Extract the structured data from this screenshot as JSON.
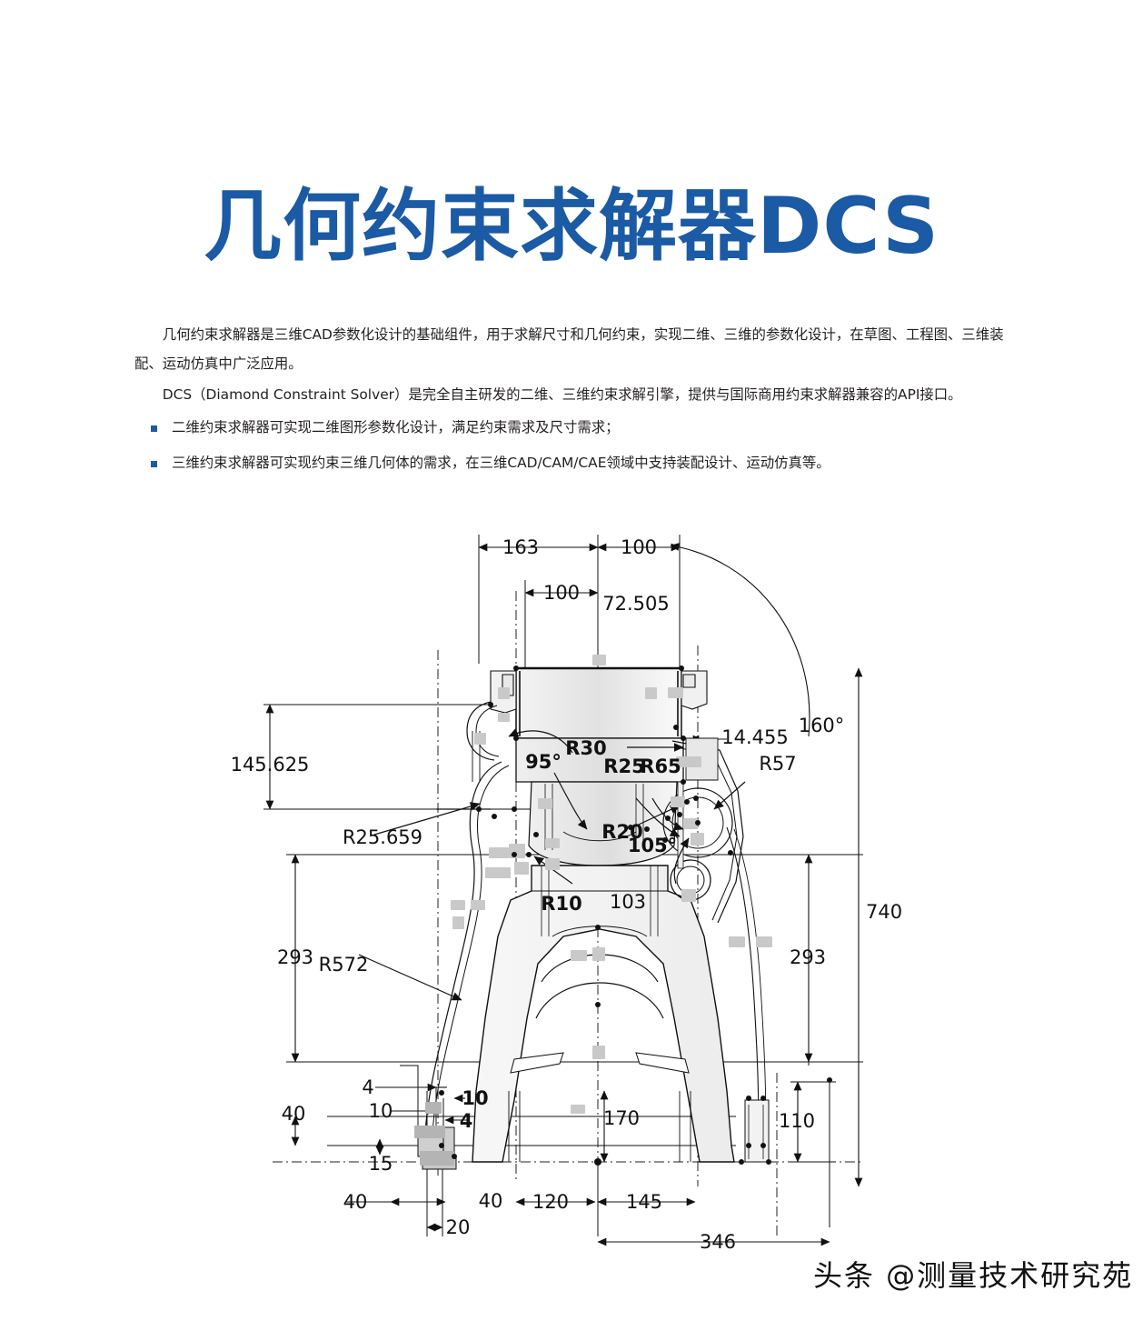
{
  "page": {
    "background": "#ffffff",
    "accent_blue": "#1b5aa4",
    "text_color": "#231f20"
  },
  "header": {
    "title": "几何约束求解器DCS"
  },
  "body": {
    "paragraphs": [
      "几何约束求解器是三维CAD参数化设计的基础组件，用于求解尺寸和几何约束，实现二维、三维的参数化设计，在草图、工程图、三维装配、运动仿真中广泛应用。",
      "DCS（Diamond Constraint Solver）是完全自主研发的二维、三维约束求解引擎，提供与国际商用约束求解器兼容的API接口。"
    ],
    "bullets": [
      "二维约束求解器可实现二维图形参数化设计，满足约束需求及尺寸需求；",
      "三维约束求解器可实现约束三维几何体的需求，在三维CAD/CAM/CAE领域中支持装配设计、运动仿真等。"
    ]
  },
  "watermark": {
    "text": "头条 @测量技术研究苑"
  },
  "drawing": {
    "type": "engineering-drawing",
    "description": "2D CAD parametric sketch of a machine housing / bracket cross-section with dimension and geometric constraints",
    "dimensions": {
      "linear_top": [
        {
          "label": "163",
          "orientation": "horizontal"
        },
        {
          "label": "100",
          "orientation": "horizontal"
        },
        {
          "label": "100",
          "orientation": "horizontal"
        },
        {
          "label": "72.505",
          "orientation": "vertical"
        },
        {
          "label": "14.455",
          "orientation": "horizontal"
        }
      ],
      "angles": [
        {
          "label": "160°"
        },
        {
          "label": "95°"
        },
        {
          "label": "105°"
        }
      ],
      "radii": [
        {
          "label": "R30"
        },
        {
          "label": "R25"
        },
        {
          "label": "R65"
        },
        {
          "label": "R57"
        },
        {
          "label": "R20"
        },
        {
          "label": "R25.659"
        },
        {
          "label": "R10"
        },
        {
          "label": "R572"
        }
      ],
      "linear_left": [
        {
          "label": "145.625",
          "orientation": "vertical"
        },
        {
          "label": "293",
          "orientation": "vertical"
        },
        {
          "label": "40",
          "orientation": "vertical"
        },
        {
          "label": "4",
          "orientation": "horizontal"
        },
        {
          "label": "10",
          "orientation": "horizontal"
        },
        {
          "label": "10",
          "orientation": "horizontal"
        },
        {
          "label": "4",
          "orientation": "horizontal"
        },
        {
          "label": "15",
          "orientation": "vertical"
        },
        {
          "label": "40",
          "orientation": "horizontal"
        },
        {
          "label": "20",
          "orientation": "horizontal"
        },
        {
          "label": "40",
          "orientation": "vertical"
        }
      ],
      "linear_right": [
        {
          "label": "740",
          "orientation": "vertical"
        },
        {
          "label": "293",
          "orientation": "vertical"
        },
        {
          "label": "110",
          "orientation": "vertical"
        }
      ],
      "linear_center": [
        {
          "label": "103",
          "orientation": "horizontal"
        },
        {
          "label": "170",
          "orientation": "vertical"
        }
      ],
      "linear_bottom": [
        {
          "label": "120",
          "orientation": "horizontal"
        },
        {
          "label": "145",
          "orientation": "horizontal"
        },
        {
          "label": "346",
          "orientation": "horizontal"
        }
      ]
    }
  }
}
